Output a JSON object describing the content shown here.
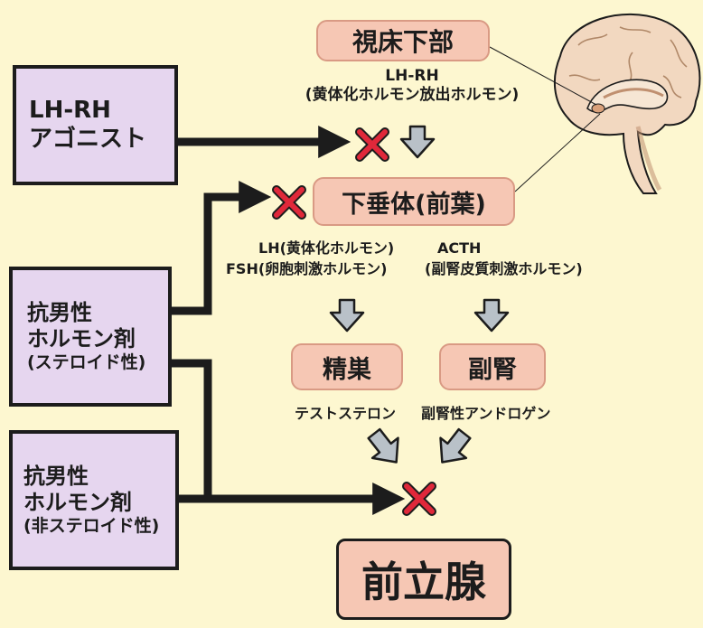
{
  "drugs": {
    "agonist": {
      "line1": "LH-RH",
      "line2": "アゴニスト"
    },
    "steroidal": {
      "line1": "抗男性",
      "line2": "ホルモン剤",
      "line3": "(ステロイド性)"
    },
    "nonsteroidal": {
      "line1": "抗男性",
      "line2": "ホルモン剤",
      "line3": "(非ステロイド性)"
    }
  },
  "organs": {
    "hypothalamus": "視床下部",
    "pituitary": "下垂体(前葉)",
    "testis": "精巣",
    "adrenal": "副腎",
    "prostate": "前立腺"
  },
  "hormones": {
    "lhrh_line1": "LH-RH",
    "lhrh_line2": "(黄体化ホルモン放出ホルモン)",
    "lh": "LH(黄体化ホルモン)",
    "fsh": "FSH(卵胞刺激ホルモン)",
    "acth_line1": "ACTH",
    "acth_line2": "(副腎皮質刺激ホルモン)",
    "testosterone": "テストステロン",
    "adrenal_androgen": "副腎性アンドロゲン"
  },
  "colors": {
    "background": "#fdf7d0",
    "drug_box": "#e6d6ef",
    "organ_box": "#f6c7b4",
    "block_x": "#e0283a",
    "gray_arrow": "#b9c1c8"
  }
}
